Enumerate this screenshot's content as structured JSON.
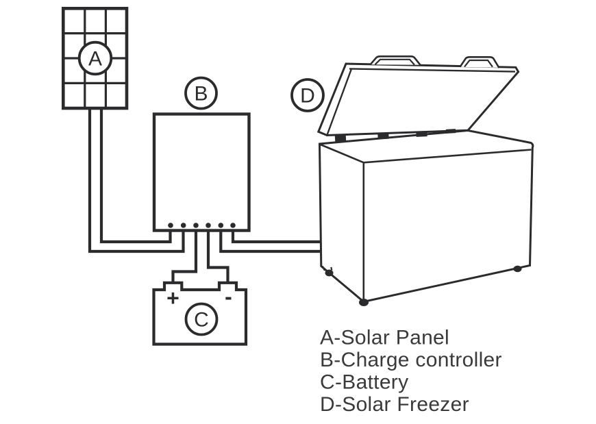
{
  "diagram": {
    "background_color": "#ffffff",
    "line_color": "#2b2b2e",
    "text_color": "#3a3a3c",
    "badges": {
      "solar_panel": "A",
      "charge_controller": "B",
      "battery": "C",
      "solar_freezer": "D"
    },
    "battery": {
      "positive": "+",
      "negative": "-"
    },
    "legend": {
      "items": [
        "A-Solar Panel",
        "B-Charge controller",
        "C-Battery",
        "D-Solar Freezer"
      ]
    }
  }
}
